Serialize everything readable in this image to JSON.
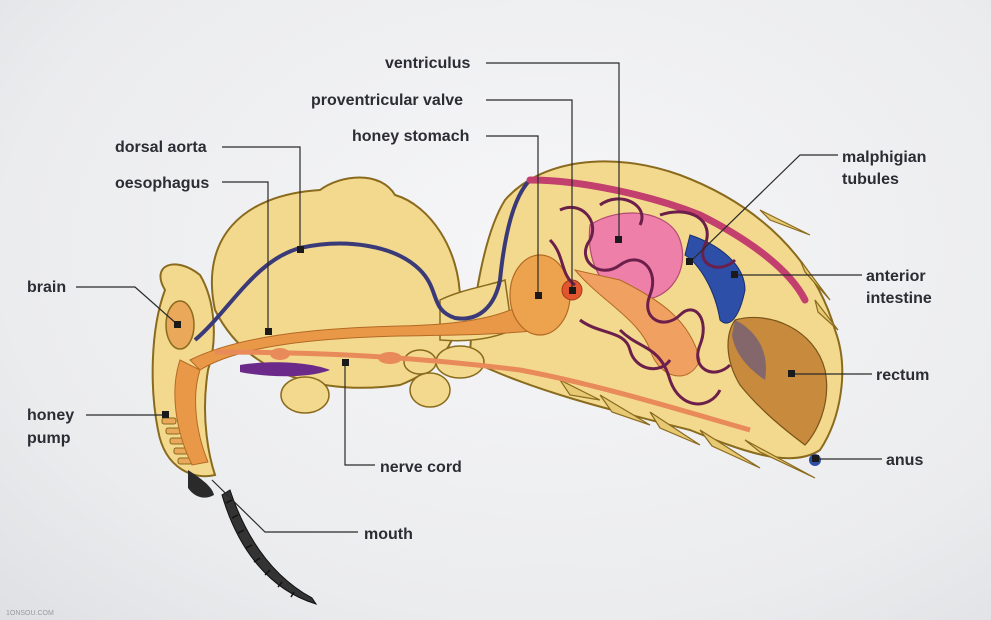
{
  "diagram": {
    "labels": {
      "ventriculus": "ventriculus",
      "proventricular_valve": "proventricular valve",
      "honey_stomach": "honey stomach",
      "dorsal_aorta": "dorsal aorta",
      "oesophagus": "oesophagus",
      "brain": "brain",
      "honey_pump_1": "honey",
      "honey_pump_2": "pump",
      "malphigian_1": "malphigian",
      "malphigian_2": "tubules",
      "anterior_1": "anterior",
      "anterior_2": "intestine",
      "rectum": "rectum",
      "anus": "anus",
      "nerve_cord": "nerve cord",
      "mouth": "mouth"
    },
    "watermark": "1ONSOU.COM",
    "colors": {
      "body": "#f3d98e",
      "outline": "#8a6b1e",
      "gut": "#e99848",
      "aorta": "#3b3a78",
      "tubules": "#6b1f4a",
      "ventriculus": "#ee7fa8",
      "rectum": "#c88a3c",
      "intestine": "#2e4fa8"
    }
  }
}
